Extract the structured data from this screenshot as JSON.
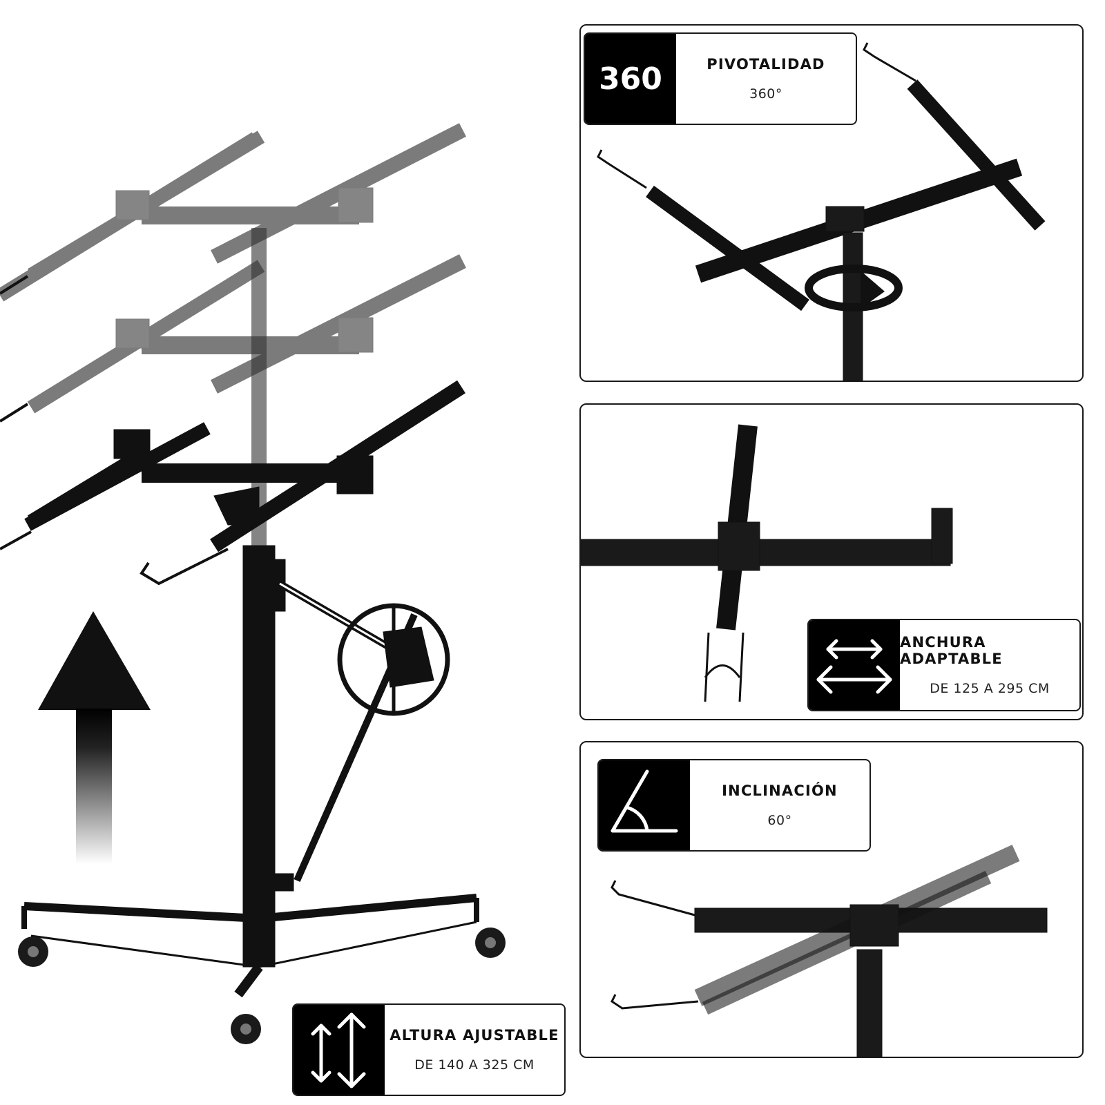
{
  "features": {
    "pivot": {
      "icon_text": "360",
      "title": "PIVOTALIDAD",
      "value": "360°",
      "icon": "rotation-badge-icon"
    },
    "width": {
      "title": "ANCHURA ADAPTABLE",
      "value": "DE 125 A 295 CM",
      "icon": "horizontal-double-arrow-icon"
    },
    "tilt": {
      "title": "INCLINACIÓN",
      "value": "60°",
      "icon": "angle-icon"
    },
    "height": {
      "title": "ALTURA AJUSTABLE",
      "value": "DE 140 A 325 CM",
      "icon": "vertical-double-arrow-icon"
    }
  }
}
